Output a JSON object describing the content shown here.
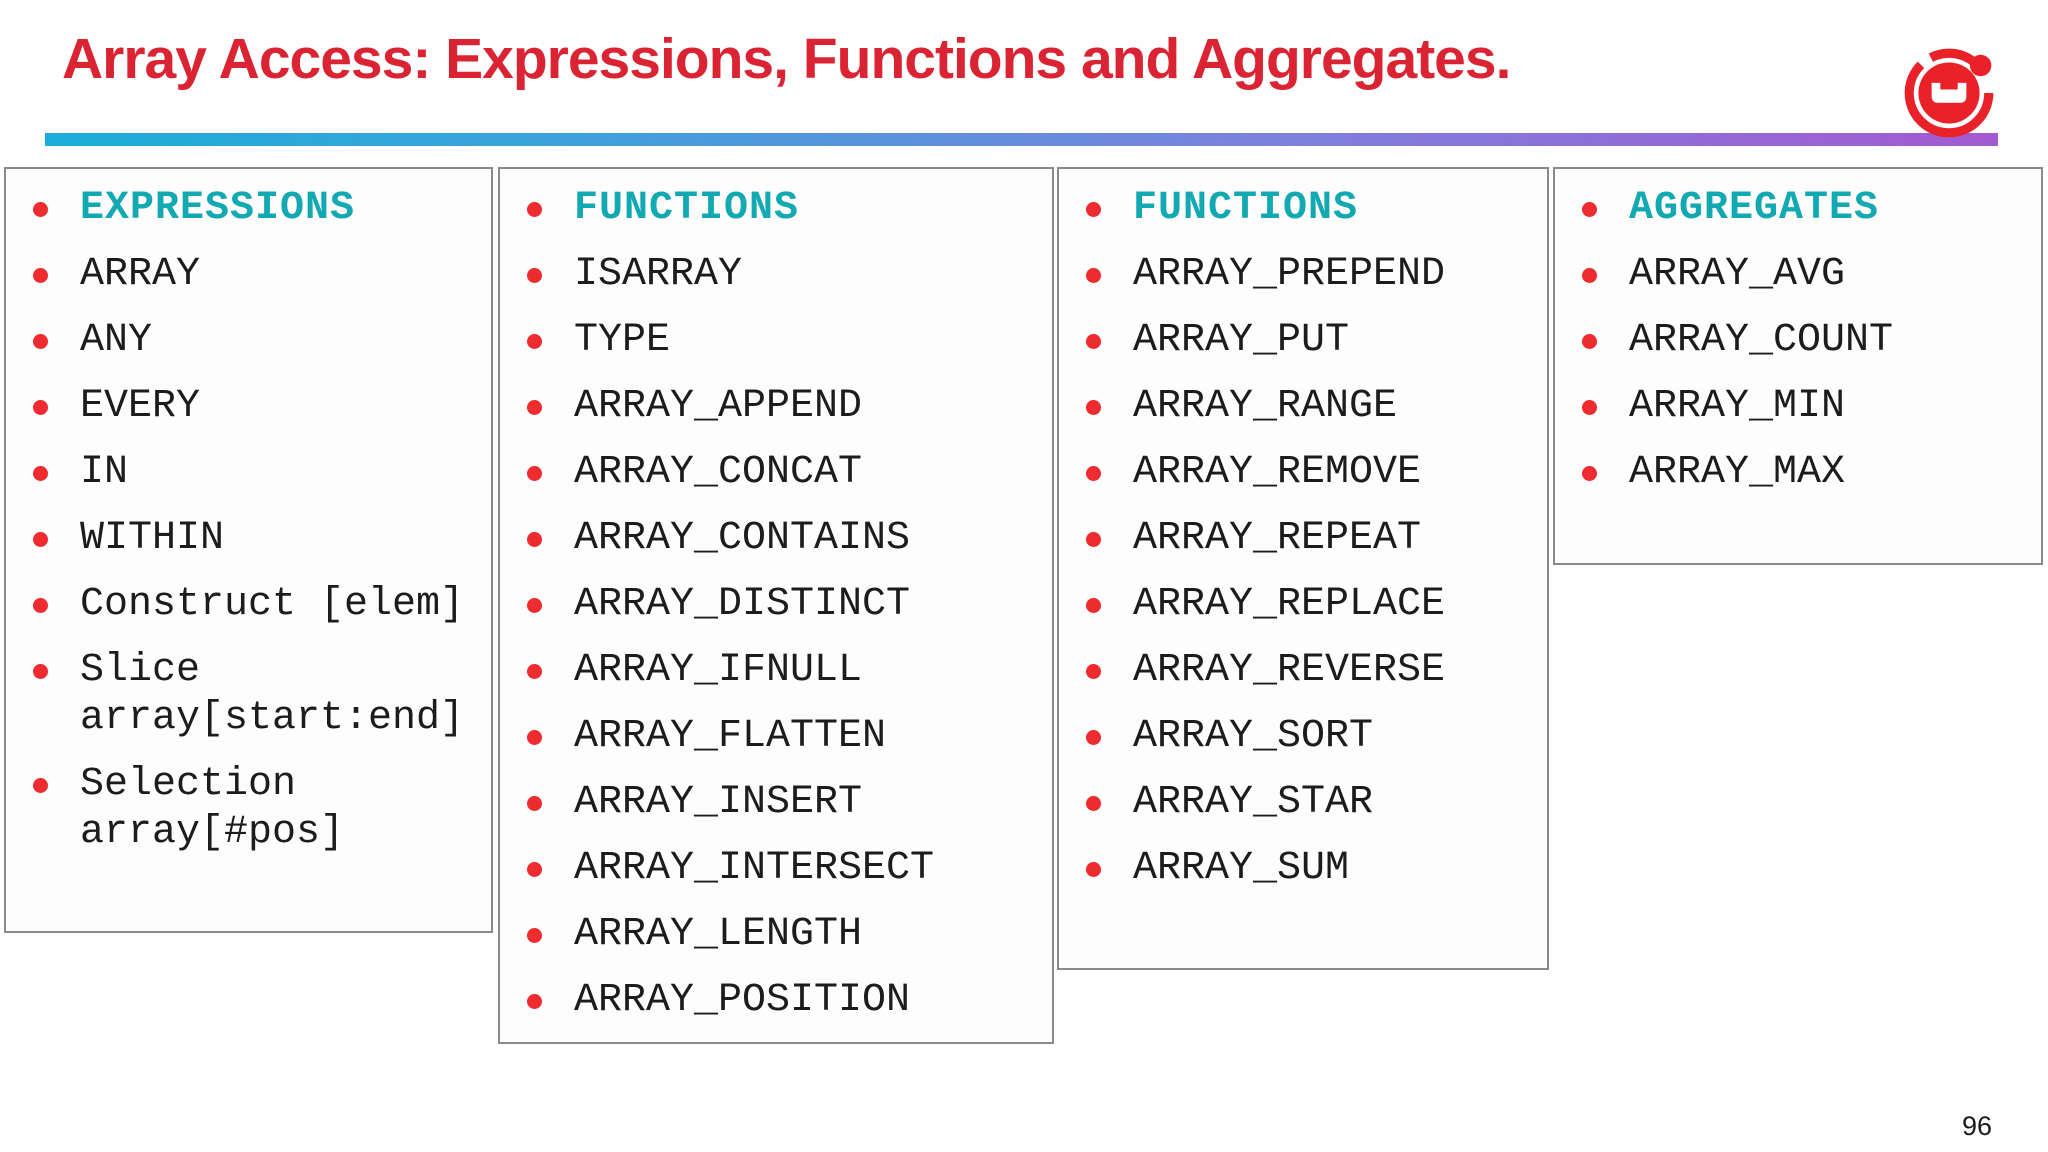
{
  "slide": {
    "title": "Array Access: Expressions, Functions and Aggregates.",
    "page_number": "96"
  },
  "logo": {
    "name": "couchbase-logo"
  },
  "colors": {
    "title_red": "#db2433",
    "bullet_red": "#ee2b2e",
    "header_teal": "#12a9b2",
    "rule_gradient_start": "#1badd9",
    "rule_gradient_end": "#a35ad0",
    "logo_red": "#e9222a",
    "box_border": "#8a8a8a"
  },
  "columns": [
    {
      "header": "EXPRESSIONS",
      "items": [
        "ARRAY",
        "ANY",
        "EVERY",
        "IN",
        "WITHIN",
        "Construct [elem]",
        "Slice array[start:end]",
        "Selection array[#pos]"
      ]
    },
    {
      "header": "FUNCTIONS",
      "items": [
        "ISARRAY",
        "TYPE",
        "ARRAY_APPEND",
        "ARRAY_CONCAT",
        "ARRAY_CONTAINS",
        "ARRAY_DISTINCT",
        "ARRAY_IFNULL",
        "ARRAY_FLATTEN",
        "ARRAY_INSERT",
        "ARRAY_INTERSECT",
        "ARRAY_LENGTH",
        "ARRAY_POSITION"
      ]
    },
    {
      "header": "FUNCTIONS",
      "items": [
        "ARRAY_PREPEND",
        "ARRAY_PUT",
        "ARRAY_RANGE",
        "ARRAY_REMOVE",
        "ARRAY_REPEAT",
        "ARRAY_REPLACE",
        "ARRAY_REVERSE",
        "ARRAY_SORT",
        "ARRAY_STAR",
        "ARRAY_SUM"
      ]
    },
    {
      "header": "AGGREGATES",
      "items": [
        "ARRAY_AVG",
        "ARRAY_COUNT",
        "ARRAY_MIN",
        "ARRAY_MAX"
      ]
    }
  ]
}
